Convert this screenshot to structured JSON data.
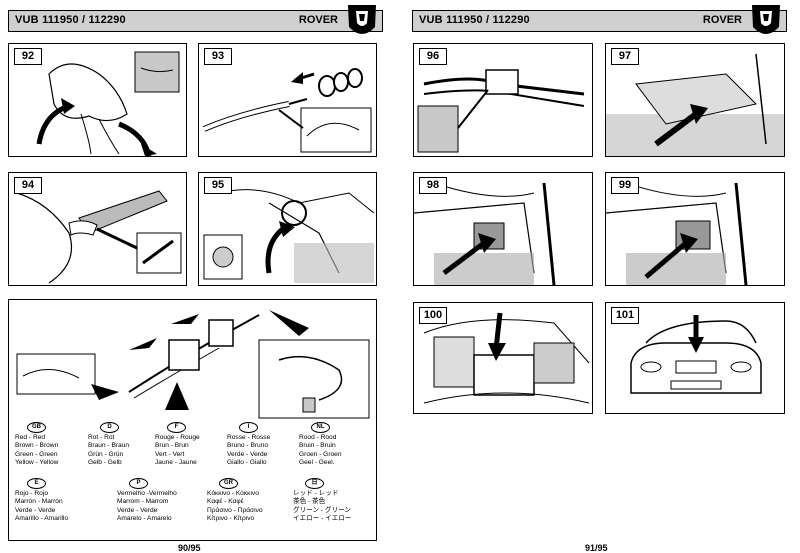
{
  "left_page": {
    "header": {
      "code": "VUB 111950 / 112290",
      "brand": "ROVER"
    },
    "steps": [
      "92",
      "93",
      "94",
      "95"
    ],
    "page_number": "90/95"
  },
  "right_page": {
    "header": {
      "code": "VUB 111950 / 112290",
      "brand": "ROVER"
    },
    "steps": [
      "96",
      "97",
      "98",
      "99",
      "100",
      "101"
    ],
    "page_number": "91/95"
  },
  "legend": [
    {
      "code": "GB",
      "rows": [
        "Red - Red",
        "Brown - Brown",
        "Green - Green",
        "Yellow - Yellow"
      ]
    },
    {
      "code": "D",
      "rows": [
        "Rot - Rot",
        "Braun - Braun",
        "Grün - Grün",
        "Gelb - Gelb"
      ]
    },
    {
      "code": "F",
      "rows": [
        "Rouge - Rouge",
        "Brun - Brun",
        "Vert - Vert",
        "Jaune - Jaune"
      ]
    },
    {
      "code": "I",
      "rows": [
        "Rosse - Rosse",
        "Bruno - Bruno",
        "Verde - Verde",
        "Giallo - Giallo"
      ]
    },
    {
      "code": "NL",
      "rows": [
        "Rood - Rood",
        "Bruin - Bruin",
        "Groen - Groen",
        "Geel - Geel."
      ]
    },
    {
      "code": "E",
      "rows": [
        "Rojo - Rojo",
        "Marrón - Marrón",
        "Verde - Verde",
        "Amarillo - Amarillo"
      ]
    },
    {
      "code": "P",
      "rows": [
        "Vermelho -Vermelho",
        "Marrom - Marrom",
        "Verde - Verde",
        "Amarelo - Amarelo"
      ]
    },
    {
      "code": "GR",
      "rows": [
        "Κόκκινο - Κόκκινο",
        "Καφέ - Καφέ",
        "Πράσινο - Πράσινο",
        "Κίτρινο - Κίτρινο"
      ]
    },
    {
      "code": "日",
      "rows": [
        "レッド - レッド",
        "茶色 - 茶色",
        "グリーン - グリーン",
        "イエロー - イエロー"
      ]
    }
  ],
  "colors": {
    "header_bg": "#cfcfcf",
    "border": "#000000",
    "inset_bg": "#c8c8c8"
  }
}
